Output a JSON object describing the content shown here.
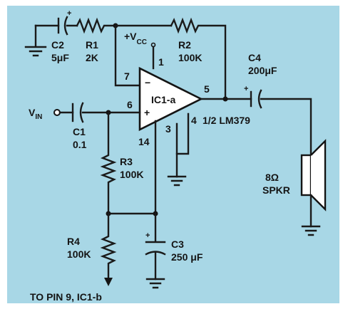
{
  "colors": {
    "background": "#a8d7e6",
    "ink": "#141414",
    "border": "#ffffff"
  },
  "labels": {
    "c2_name": "C2",
    "c2_value": "5μF",
    "r1_name": "R1",
    "r1_value": "2K",
    "vcc_prefix": "+V",
    "vcc_sub": "CC",
    "r2_name": "R2",
    "r2_value": "100K",
    "c4_name": "C4",
    "c4_value": "200μF",
    "vin_prefix": "V",
    "vin_sub": "IN",
    "c1_name": "C1",
    "c1_value": "0.1",
    "ic_label": "IC1-a",
    "ic_part": "1/2 LM379",
    "r3_name": "R3",
    "r3_value": "100K",
    "r4_name": "R4",
    "r4_value": "100K",
    "c3_name": "C3",
    "c3_value": "250 μF",
    "spkr_value": "8Ω",
    "spkr_name": "SPKR",
    "to_pin": "TO PIN 9,  IC1-b"
  },
  "pins": {
    "p1": "1",
    "p7": "7",
    "p6": "6",
    "p5": "5",
    "p4": "4",
    "p3": "3",
    "p14": "14"
  },
  "polarity": {
    "minus": "−",
    "plus": "+"
  }
}
